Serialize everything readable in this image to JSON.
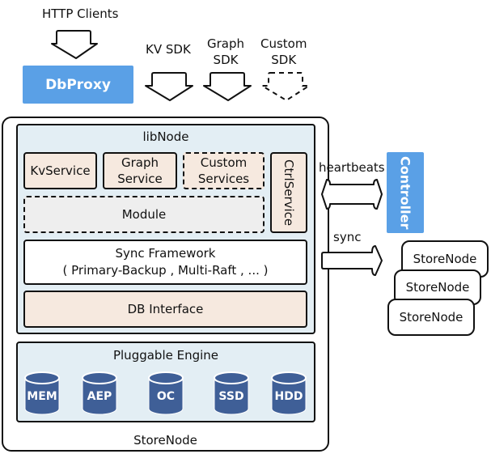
{
  "clients": {
    "http_clients": "HTTP Clients",
    "kv_sdk": "KV SDK",
    "graph_sdk": [
      "Graph",
      "SDK"
    ],
    "custom_sdk": [
      "Custom",
      "SDK"
    ]
  },
  "dbproxy": {
    "label": "DbProxy",
    "color": "#5aa0e6"
  },
  "storenode": {
    "label": "StoreNode",
    "libnode": {
      "title": "libNode",
      "services": [
        {
          "name": "kvservice",
          "lines": [
            "KvService"
          ],
          "dashed": false
        },
        {
          "name": "graph-service",
          "lines": [
            "Graph",
            "Service"
          ],
          "dashed": false
        },
        {
          "name": "custom-services",
          "lines": [
            "Custom",
            "Services"
          ],
          "dashed": true
        }
      ],
      "ctrl_service": "CtrlService",
      "module": "Module",
      "sync_framework": {
        "title": "Sync Framework",
        "subtitle": "( Primary-Backup , Multi-Raft , ... )"
      },
      "db_interface": "DB Interface"
    },
    "engine": {
      "title": "Pluggable Engine",
      "stores": [
        "MEM",
        "AEP",
        "OC",
        "SSD",
        "HDD"
      ],
      "cylinder_color": "#3f5f97"
    }
  },
  "links": {
    "heartbeats": "heartbeats",
    "sync": "sync"
  },
  "controller": {
    "label": "Controller",
    "color": "#5aa0e6"
  },
  "replicas": [
    "StoreNode",
    "StoreNode",
    "StoreNode"
  ],
  "colors": {
    "peach": "#f6e9df",
    "lightblue": "#e3eef4",
    "grey": "#eeeeee"
  }
}
